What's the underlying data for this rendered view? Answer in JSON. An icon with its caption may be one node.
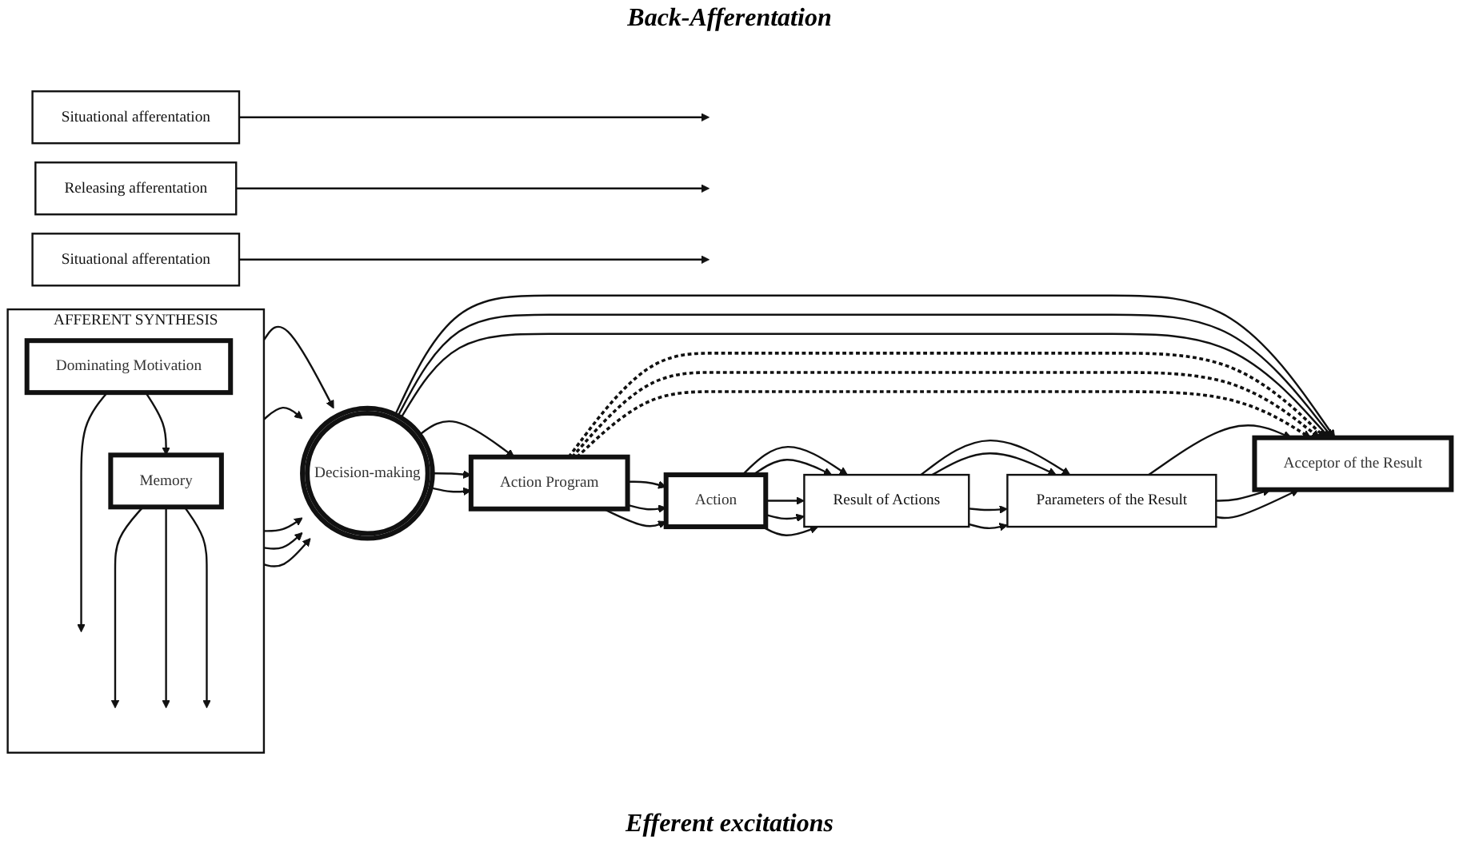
{
  "diagram": {
    "nodes": [
      {
        "text": [
          "Situational afferentation"
        ]
      },
      {
        "text": [
          "Releasing afferentation"
        ]
      },
      {
        "text": [
          "Situational afferentation"
        ]
      },
      {
        "text": [
          "AFFERENT SYNTHESIS"
        ]
      },
      {
        "text": [
          "Memory"
        ],
        "in": 3
      },
      {
        "text": [
          "Dominating Motivation"
        ],
        "in": 3
      },
      {
        "text": [
          "Decision-making"
        ]
      },
      {
        "text": [
          "Acceptor of the Result"
        ]
      },
      {
        "text": [
          "Action Program"
        ]
      },
      {
        "text": [
          "Parameters of the Result"
        ]
      },
      {
        "text": [
          "Result of Actions"
        ]
      },
      {
        "text": [
          "Action"
        ]
      }
    ],
    "edges": [
      {
        "from": 0,
        "to": null,
        "arrow": "to"
      },
      {
        "from": 1,
        "to": null,
        "arrow": "to"
      },
      {
        "from": 2,
        "to": null,
        "arrow": "to"
      },
      {
        "from": 4,
        "to": null,
        "arrow": "to"
      },
      {
        "from": 4,
        "to": null,
        "arrow": "to"
      },
      {
        "from": 4,
        "to": null,
        "arrow": "to"
      },
      {
        "from": 5,
        "to": null,
        "arrow": "to"
      },
      {
        "from": 5,
        "to": 4,
        "arrow": "to"
      },
      {
        "from": 3,
        "to": 6,
        "arrow": "to"
      },
      {
        "from": 3,
        "to": 6,
        "arrow": "to"
      },
      {
        "from": 3,
        "to": 6,
        "arrow": "to"
      },
      {
        "from": 3,
        "to": 6,
        "arrow": "to"
      },
      {
        "from": 3,
        "to": 6,
        "arrow": "to"
      },
      {
        "from": 6,
        "to": 7,
        "arrow": "to"
      },
      {
        "from": 6,
        "to": 7,
        "arrow": "to"
      },
      {
        "from": 6,
        "to": 7,
        "arrow": "to"
      },
      {
        "from": 6,
        "to": 8,
        "arrow": "to"
      },
      {
        "from": 6,
        "to": 8,
        "arrow": "to"
      },
      {
        "from": 6,
        "to": 8,
        "arrow": "to"
      },
      {
        "from": 9,
        "to": 7,
        "arrow": "to"
      },
      {
        "from": 9,
        "to": 7,
        "arrow": "to"
      },
      {
        "from": 9,
        "to": 7,
        "arrow": "to"
      },
      {
        "from": 8,
        "to": 7,
        "arrow": "to",
        "style": "dashed"
      },
      {
        "from": 8,
        "to": 7,
        "arrow": "to",
        "style": "dashed"
      },
      {
        "from": 8,
        "to": 7,
        "arrow": "to",
        "style": "dashed"
      },
      {
        "from": 8,
        "to": 11,
        "arrow": "to"
      },
      {
        "from": 8,
        "to": 11,
        "arrow": "to"
      },
      {
        "from": 8,
        "to": 11,
        "arrow": "to"
      },
      {
        "from": 11,
        "to": 10,
        "arrow": "to"
      },
      {
        "from": 11,
        "to": 10,
        "arrow": "to"
      },
      {
        "from": 11,
        "to": 10,
        "arrow": "to"
      },
      {
        "from": 11,
        "to": 10,
        "arrow": "to"
      },
      {
        "from": 11,
        "to": 10,
        "arrow": "to"
      },
      {
        "from": 10,
        "to": 9,
        "arrow": "to"
      },
      {
        "from": 10,
        "to": 9,
        "arrow": "to"
      },
      {
        "from": 10,
        "to": 9,
        "arrow": "to"
      },
      {
        "from": 10,
        "to": 9,
        "arrow": "to"
      }
    ],
    "labels": [
      "Back-Afferentation",
      "Efferent excitations"
    ]
  }
}
